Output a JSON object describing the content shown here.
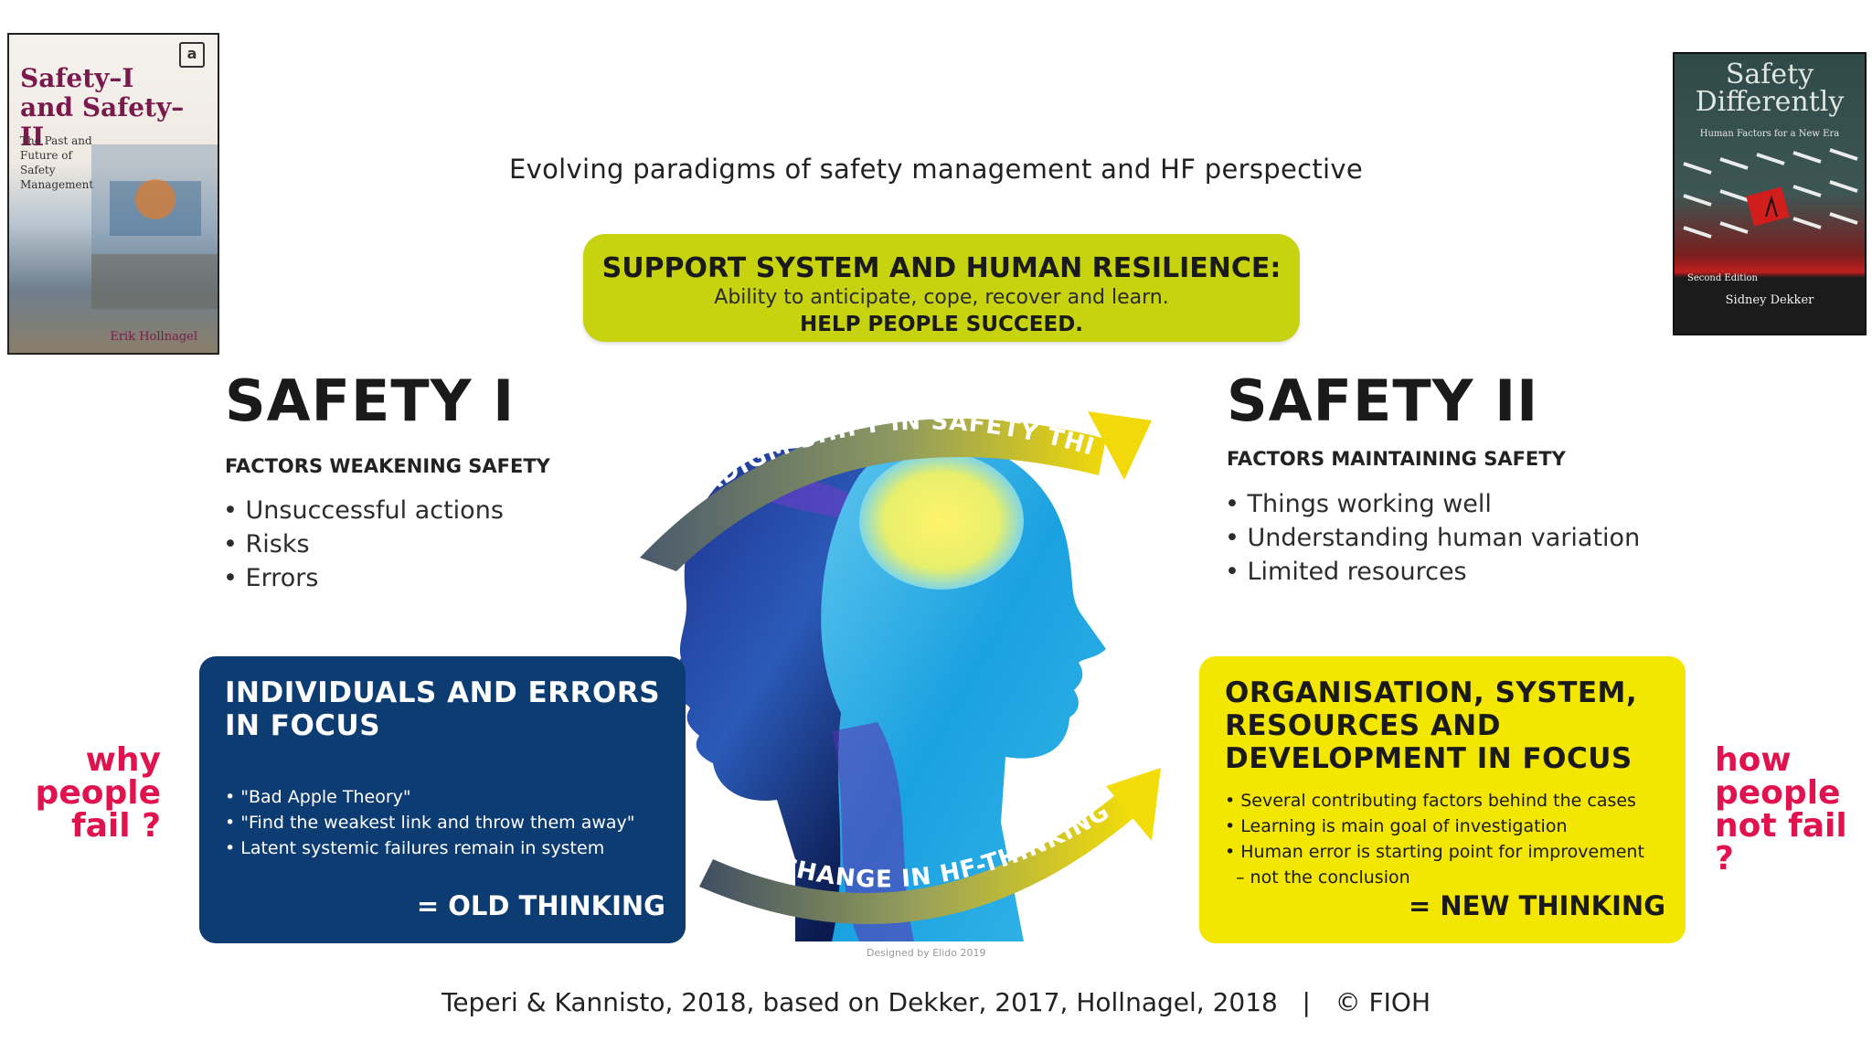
{
  "title": "Evolving paradigms of safety management and HF perspective",
  "book_left": {
    "title": "Safety–I\nand Safety–II",
    "subtitle": "The Past and\nFuture of\nSafety\nManagement",
    "author": "Erik Hollnagel",
    "logo": "a"
  },
  "book_right": {
    "title": "Safety\nDifferently",
    "subtitle": "Human Factors for a New Era",
    "edition": "Second Edition",
    "author": "Sidney Dekker"
  },
  "resilience": {
    "line1": "SUPPORT SYSTEM AND HUMAN RESILIENCE:",
    "line2": "Ability to anticipate, cope, recover and learn.",
    "line3": "HELP PEOPLE SUCCEED."
  },
  "paradigm_arrow_label": "PARADIGM SHIFT IN SAFETY THINKING",
  "hf_arrow_label": "CHANGE IN HF-THINKING",
  "safety1": {
    "heading": "SAFETY I",
    "sub": "FACTORS WEAKENING SAFETY",
    "items": [
      "Unsuccessful actions",
      "Risks",
      "Errors"
    ]
  },
  "safety2": {
    "heading": "SAFETY II",
    "sub": "FACTORS MAINTAINING SAFETY",
    "items": [
      "Things working well",
      "Understanding human variation",
      "Limited resources"
    ]
  },
  "old_box": {
    "heading_line1": "INDIVIDUALS AND ERRORS",
    "heading_line2": "IN FOCUS",
    "items": [
      "\"Bad Apple Theory\"",
      "\"Find the weakest link and throw them away\"",
      "Latent systemic failures remain in system"
    ],
    "conclusion": "= OLD THINKING"
  },
  "new_box": {
    "heading_line1": "ORGANISATION, SYSTEM,",
    "heading_line2": "RESOURCES AND",
    "heading_line3": "DEVELOPMENT IN FOCUS",
    "items": [
      "Several contributing factors behind the cases",
      "Learning is main goal of investigation",
      "Human error is starting point for improvement"
    ],
    "item_cont": "– not the conclusion",
    "conclusion": "= NEW THINKING"
  },
  "left_question": {
    "l1": "why",
    "l2": "people",
    "l3": "fail ?"
  },
  "right_question": {
    "l1": "how",
    "l2": "people",
    "l3": "not fail ?"
  },
  "designer_credit": "Designed by Elido 2019",
  "source": "Teperi & Kannisto, 2018, based on Dekker, 2017, Hollnagel, 2018   |   © FIOH",
  "colors": {
    "green_box": "#c8d310",
    "old_box": "#0d3c73",
    "new_box": "#f3e600",
    "question_red": "#e0134e"
  }
}
